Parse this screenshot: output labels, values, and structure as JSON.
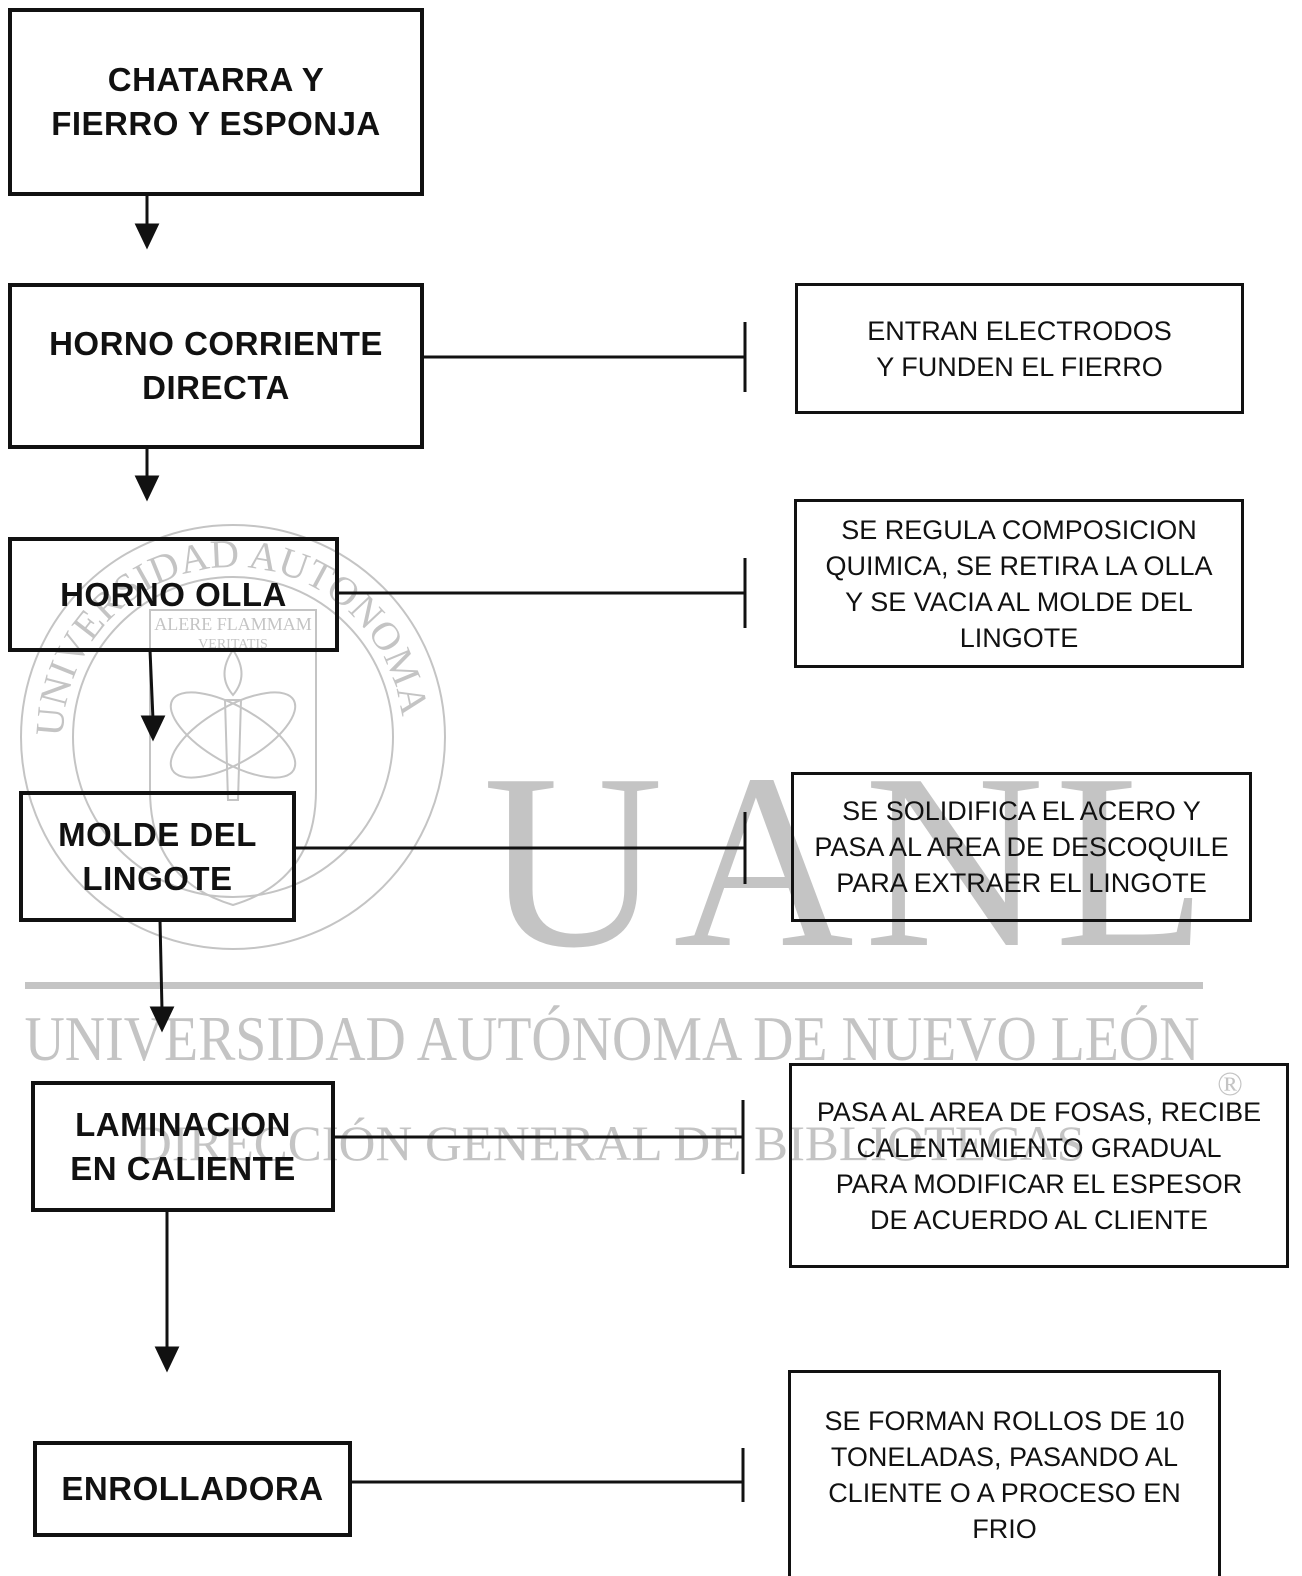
{
  "steps": [
    {
      "label": "CHATARRA Y\nFIERRO Y ESPONJA",
      "note": ""
    },
    {
      "label": "HORNO CORRIENTE\nDIRECTA",
      "note": "ENTRAN ELECTRODOS\nY FUNDEN EL FIERRO"
    },
    {
      "label": "HORNO OLLA",
      "note": "SE REGULA COMPOSICION\nQUIMICA, SE RETIRA LA OLLA\nY SE VACIA AL MOLDE DEL\nLINGOTE"
    },
    {
      "label": "MOLDE DEL\nLINGOTE",
      "note": "SE  SOLIDIFICA EL ACERO Y\nPASA AL AREA DE DESCOQUILE\nPARA EXTRAER EL LINGOTE"
    },
    {
      "label": "LAMINACION\nEN CALIENTE",
      "note": "PASA AL AREA DE FOSAS, RECIBE\nCALENTAMIENTO GRADUAL\nPARA MODIFICAR EL ESPESOR\nDE ACUERDO AL CLIENTE"
    },
    {
      "label": "ENROLLADORA",
      "note": "SE FORMAN ROLLOS DE 10\nTONELADAS, PASANDO AL\nCLIENTE O A PROCESO EN\nFRIO"
    }
  ],
  "watermark": {
    "logo": "UANL",
    "university": "UNIVERSIDAD AUTÓNOMA DE NUEVO LEÓN",
    "department": "DIRECCIÓN GENERAL DE BIBLIOTECAS",
    "registered": "®",
    "seal_ring": "UNIVERSIDAD AUTONOMA DE NUEVO LEON",
    "motto_1": "ALERE FLAMMAM",
    "motto_2": "VERITATIS"
  },
  "colors": {
    "ink": "#111111",
    "watermark": "#bdbdbd"
  }
}
